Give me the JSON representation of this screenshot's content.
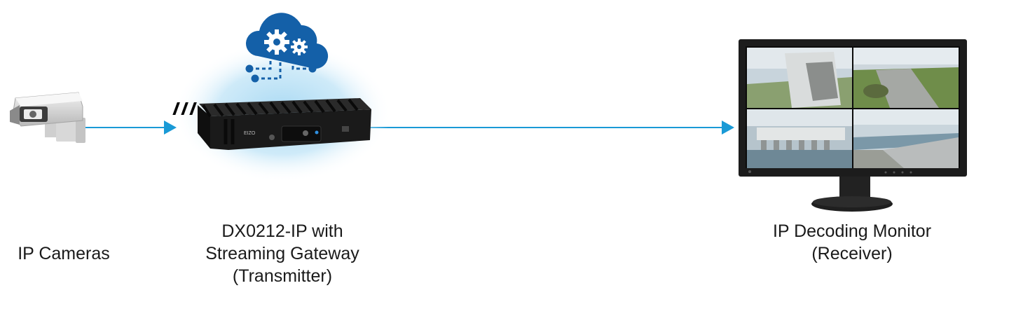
{
  "nodes": {
    "cameras": {
      "label": "IP Cameras"
    },
    "gateway": {
      "line1": "DX0212-IP with",
      "line2": "Streaming Gateway",
      "line3": "(Transmitter)",
      "brand": "EIZO"
    },
    "monitor": {
      "line1": "IP Decoding Monitor",
      "line2": "(Receiver)"
    }
  },
  "icons": {
    "cloud": "cloud-gears-icon",
    "network": "network-nodes-icon",
    "camera": "security-camera-icon"
  },
  "colors": {
    "arrow": "#1a9ad6",
    "cloud": "#1460a8",
    "glow": "#bfe3f6",
    "device": "#1b1b1b"
  }
}
